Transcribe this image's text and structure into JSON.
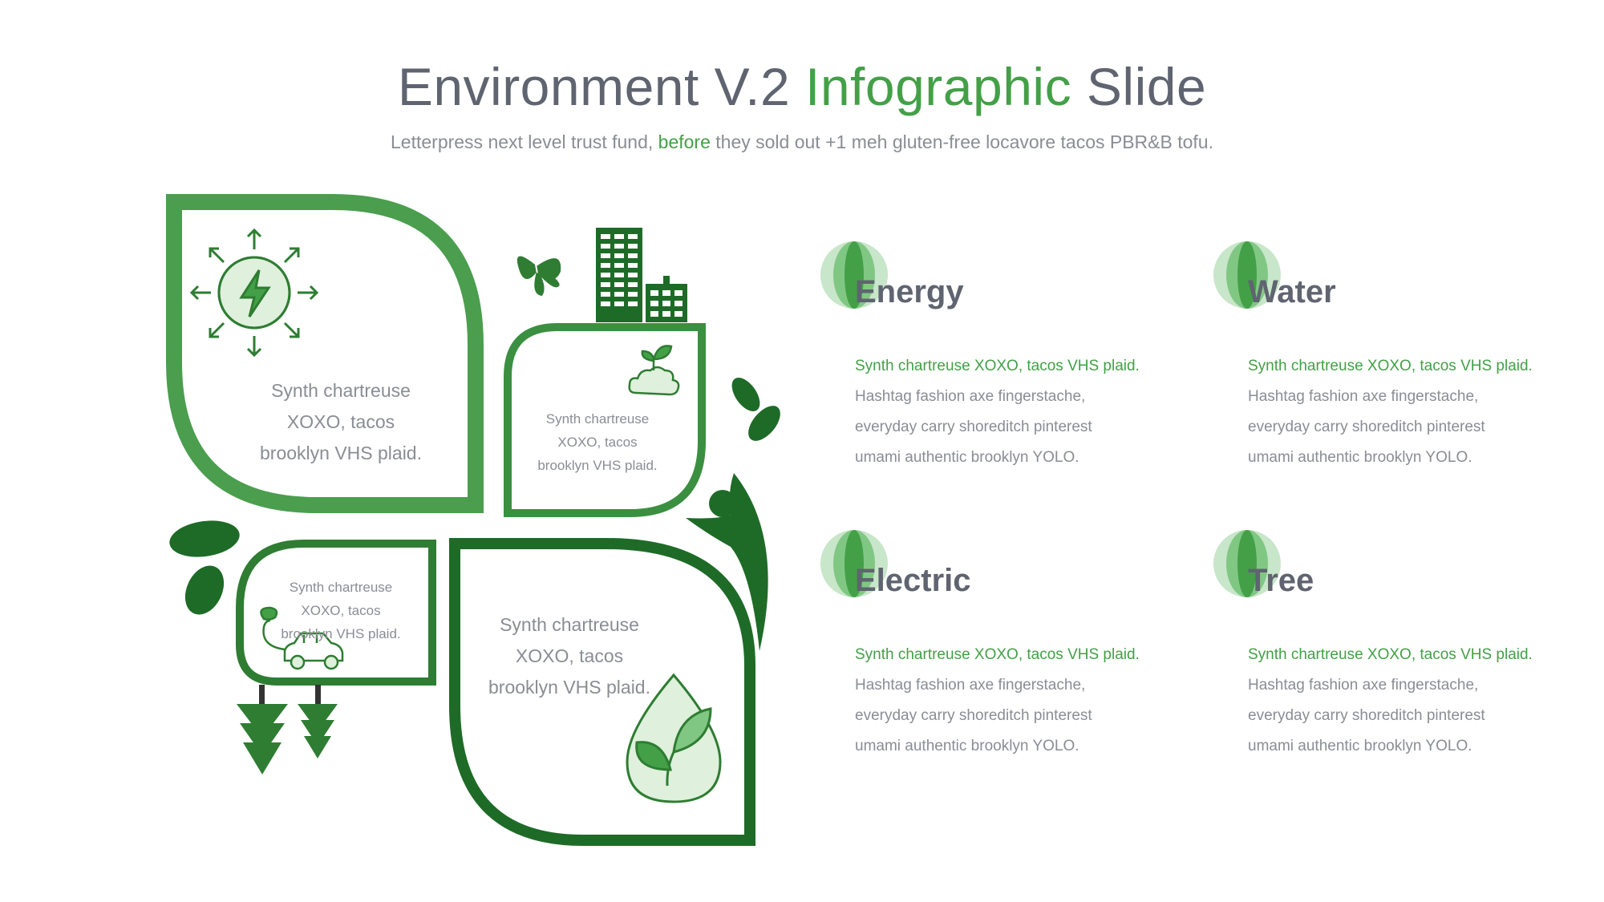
{
  "header": {
    "title_part1": "Environment V.2 ",
    "title_accent": "Infographic",
    "title_part2": " Slide",
    "subtitle_part1": "Letterpress next level trust fund, ",
    "subtitle_accent": "before",
    "subtitle_part2": " they sold out +1 meh gluten-free locavore tacos PBR&B tofu."
  },
  "colors": {
    "green_light": "#4a9e4e",
    "green_dark": "#1e6b27",
    "accent": "#43a047",
    "heading": "#5f6470",
    "body": "#8a8d94"
  },
  "leaves": [
    {
      "icon": "energy-bolt-icon",
      "lines": [
        "Synth chartreuse",
        "XOXO, tacos",
        "brooklyn VHS plaid."
      ]
    },
    {
      "icon": "cloud-sprout-icon",
      "lines": [
        "Synth chartreuse",
        "XOXO, tacos",
        "brooklyn VHS plaid."
      ]
    },
    {
      "icon": "electric-car-icon",
      "lines": [
        "Synth chartreuse",
        "XOXO, tacos",
        "brooklyn VHS plaid."
      ]
    },
    {
      "icon": "water-drop-leaf-icon",
      "lines": [
        "Synth chartreuse",
        "XOXO, tacos",
        "brooklyn VHS plaid."
      ]
    }
  ],
  "features": [
    {
      "title": "Energy",
      "highlight": "Synth chartreuse XOXO, tacos VHS plaid.",
      "lines": [
        "Hashtag fashion axe fingerstache,",
        "everyday carry shoreditch pinterest",
        "umami authentic brooklyn YOLO."
      ]
    },
    {
      "title": "Water",
      "highlight": "Synth chartreuse XOXO, tacos VHS plaid.",
      "lines": [
        "Hashtag fashion axe fingerstache,",
        "everyday carry shoreditch pinterest",
        "umami authentic brooklyn YOLO."
      ]
    },
    {
      "title": "Electric",
      "highlight": "Synth chartreuse XOXO, tacos VHS plaid.",
      "lines": [
        "Hashtag fashion axe fingerstache,",
        "everyday carry shoreditch pinterest",
        "umami authentic brooklyn YOLO."
      ]
    },
    {
      "title": "Tree",
      "highlight": "Synth chartreuse XOXO, tacos VHS plaid.",
      "lines": [
        "Hashtag fashion axe fingerstache,",
        "everyday carry shoreditch pinterest",
        "umami authentic brooklyn YOLO."
      ]
    }
  ]
}
